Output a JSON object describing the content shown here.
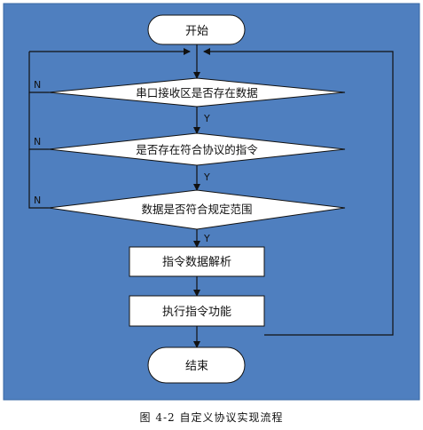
{
  "diagram": {
    "background_color": "#4f7fbf",
    "node_fill": "#ffffff",
    "line_color": "#111111",
    "nodes": {
      "start": "开始",
      "decision_1": "串口接收区是否存在数据",
      "decision_2": "是否存在符合协议的指令",
      "decision_3": "数据是否符合规定范围",
      "process_1": "指令数据解析",
      "process_2": "执行指令功能",
      "end": "结束"
    },
    "edge_labels": {
      "d1_no": "N",
      "d1_yes": "Y",
      "d2_no": "N",
      "d2_yes": "Y",
      "d3_no": "N",
      "d3_yes": "Y"
    }
  },
  "caption": "图 4-2  自定义协议实现流程"
}
